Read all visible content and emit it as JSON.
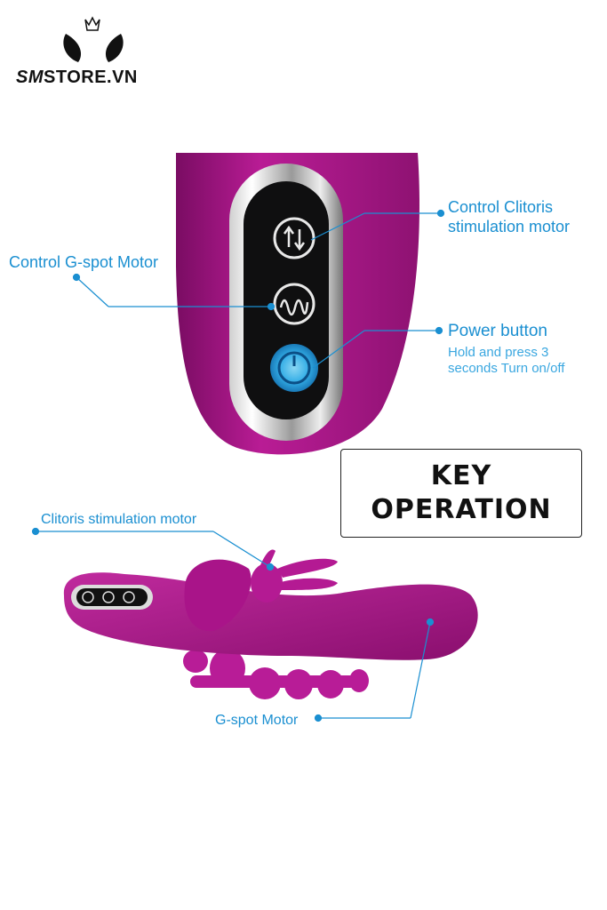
{
  "brand": {
    "logo_prefix": "SM",
    "logo_suffix": "STORE.VN"
  },
  "callouts": {
    "clitoris_control": [
      "Control Clitoris",
      "stimulation motor"
    ],
    "gspot_control": "Control G-spot Motor",
    "power_title": "Power button",
    "power_note": [
      "Hold and press 3",
      "seconds Turn on/off"
    ],
    "clitoris_motor": "Clitoris stimulation motor",
    "gspot_motor": "G-spot Motor"
  },
  "key_box": {
    "line1": "KEY",
    "line2": "OPERATION"
  },
  "colors": {
    "product": "#b0198f",
    "callout": "#1a8fd1",
    "power_glow": "#35b6f2"
  },
  "icons": [
    "up-down-arrows-icon",
    "wave-icon",
    "power-icon"
  ]
}
